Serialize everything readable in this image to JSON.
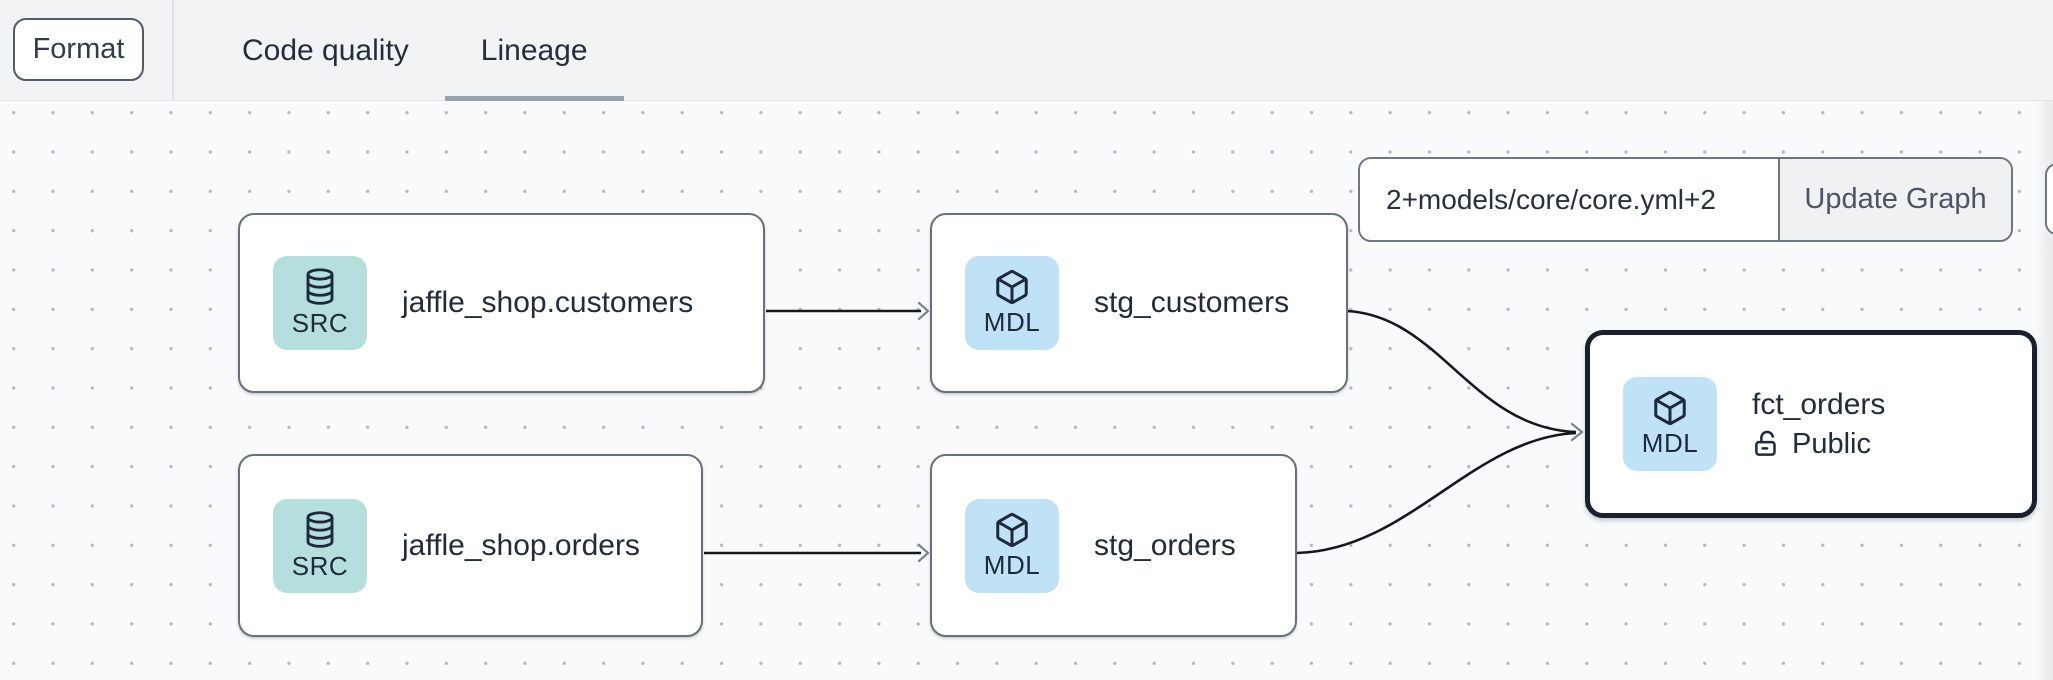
{
  "header": {
    "format_button": "Format",
    "tabs": [
      {
        "label": "Code quality",
        "active": false
      },
      {
        "label": "Lineage",
        "active": true
      }
    ]
  },
  "lineage_controls": {
    "selector_input_value": "2+models/core/core.yml+2",
    "update_graph_button": "Update Graph"
  },
  "nodes": [
    {
      "label": "jaffle_shop.customers",
      "badge": "SRC",
      "kind": "source"
    },
    {
      "label": "stg_customers",
      "badge": "MDL",
      "kind": "model"
    },
    {
      "label": "jaffle_shop.orders",
      "badge": "SRC",
      "kind": "source"
    },
    {
      "label": "stg_orders",
      "badge": "MDL",
      "kind": "model"
    },
    {
      "label": "fct_orders",
      "badge": "MDL",
      "kind": "model",
      "access": "Public",
      "selected": true
    }
  ],
  "edges": [
    {
      "from": "jaffle_shop.customers",
      "to": "stg_customers"
    },
    {
      "from": "jaffle_shop.orders",
      "to": "stg_orders"
    },
    {
      "from": "stg_customers",
      "to": "fct_orders"
    },
    {
      "from": "stg_orders",
      "to": "fct_orders"
    }
  ],
  "colors": {
    "source_badge_bg": "#b5dfdd",
    "model_badge_bg": "#c0e2f7",
    "node_border": "#68707d",
    "selected_node_border": "#19212f",
    "text": "#212b3a",
    "tab_underline": "#9aa2ac",
    "edge": "#17181b",
    "arrowhead": "#7b8494",
    "topbar_bg": "#f2f3f4",
    "canvas_bg": "#f9fafb"
  }
}
